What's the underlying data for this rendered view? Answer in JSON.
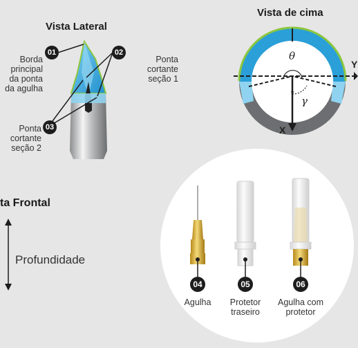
{
  "lateral": {
    "title": "Vista Lateral",
    "callouts": [
      {
        "num": "01",
        "text": "Borda principal da ponta da agulha"
      },
      {
        "num": "02",
        "text": "Ponta cortante seção 1"
      },
      {
        "num": "03",
        "text": "Ponta cortante seção 2"
      }
    ]
  },
  "top": {
    "title": "Vista de cima",
    "theta": "θ",
    "gamma": "γ",
    "axis_x": "X",
    "axis_y": "Y"
  },
  "frontal": {
    "title": "ta Frontal",
    "depth_label": "Profundidade"
  },
  "products": [
    {
      "num": "04",
      "label": "Agulha"
    },
    {
      "num": "05",
      "label": "Protetor traseiro"
    },
    {
      "num": "06",
      "label": "Agulha com protetor"
    }
  ],
  "colors": {
    "blue": "#2a9fd8",
    "lightBlue": "#8fd3f0",
    "green": "#8dc63f",
    "gray": "#6d6e71",
    "gold": "#d4a72c"
  }
}
